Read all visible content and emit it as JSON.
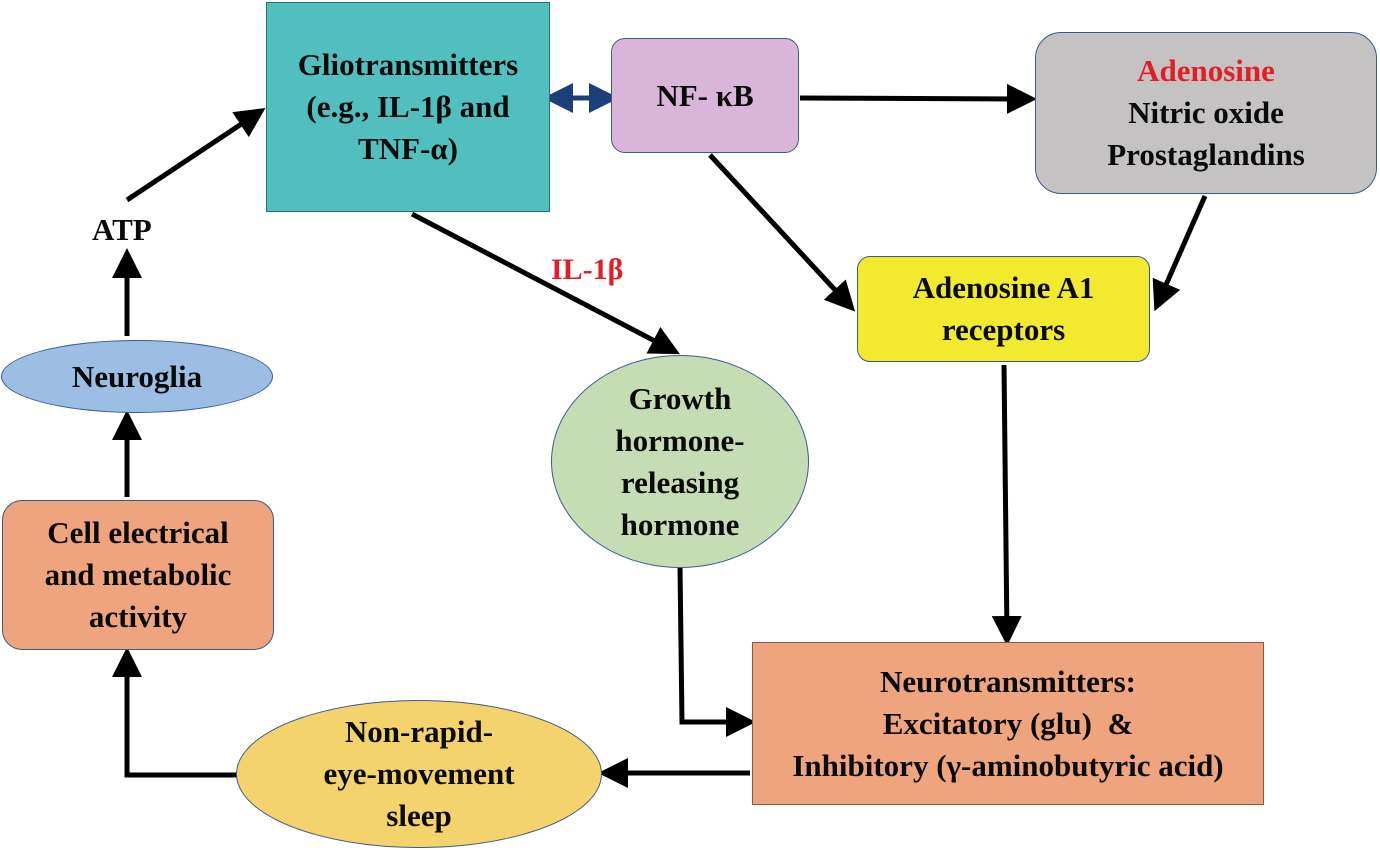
{
  "nodes": {
    "gliotransmitters": {
      "lines": [
        "Gliotransmitters",
        "(e.g., IL-1β and",
        "TNF-α)"
      ]
    },
    "nfkb": {
      "lines": [
        "NF- κB"
      ]
    },
    "products": {
      "highlight": "Adenosine",
      "lines": [
        "Nitric oxide",
        "Prostaglandins"
      ]
    },
    "adenosine_a1": {
      "lines": [
        "Adenosine A1",
        "receptors"
      ]
    },
    "ghrh": {
      "lines": [
        "Growth",
        "hormone-",
        "releasing",
        "hormone"
      ]
    },
    "neuroglia": {
      "lines": [
        "Neuroglia"
      ]
    },
    "cell_activity": {
      "lines": [
        "Cell electrical",
        "and metabolic",
        "activity"
      ]
    },
    "neurotransmitters": {
      "lines": [
        "Neurotransmitters:",
        "Excitatory (glu)  &",
        "Inhibitory (γ-aminobutyric acid)"
      ]
    },
    "nrem": {
      "lines": [
        "Non-rapid-",
        "eye-movement",
        "sleep"
      ]
    }
  },
  "labels": {
    "atp": "ATP",
    "il1b": "IL-1β"
  },
  "colors": {
    "gliotransmitters": "#52bfbf",
    "nfkb": "#d9b6d9",
    "products": "#c4c2c3",
    "adenosine_a1": "#f2ea2e",
    "ghrh": "#c4ddb4",
    "neuroglia": "#9dbee4",
    "cell_activity": "#eea47d",
    "neurotransmitters": "#eea47d",
    "nrem": "#f5d36c",
    "highlight_text": "#e41e26"
  }
}
